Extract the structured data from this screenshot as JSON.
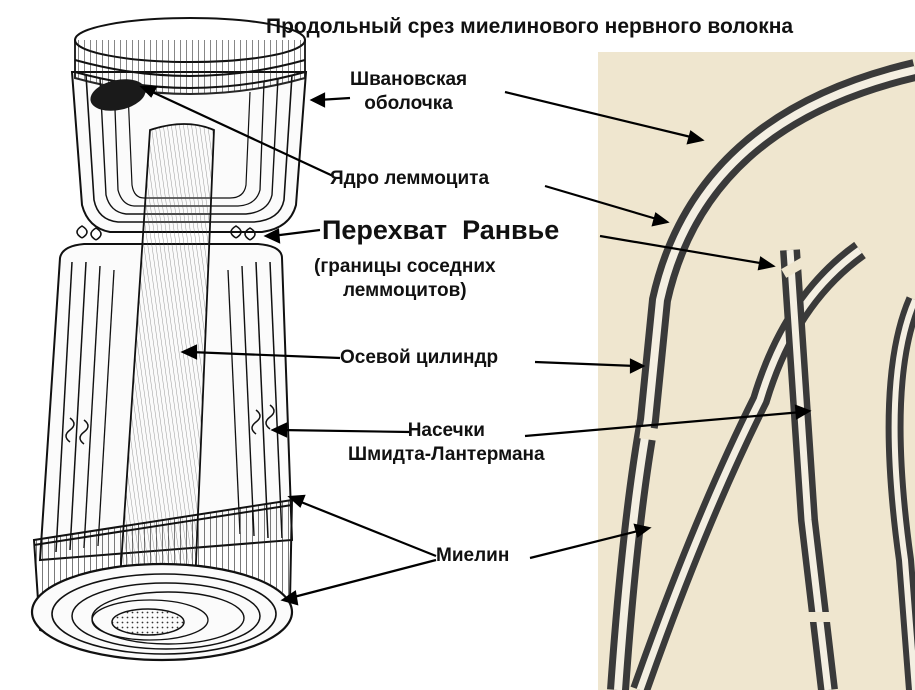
{
  "title": "Продольный срез миелинового нервного волокна",
  "labels": {
    "schwann_sheath": "Швановская\nоболочка",
    "lemmocyte_nucleus": "Ядро леммоцита",
    "node_of_ranvier": "Перехват  Ранвье",
    "node_of_ranvier_note": "(границы соседних\nлеммоцитов)",
    "axial_cylinder": "Осевой цилиндр",
    "schmidt_lanterman": "Насечки\nШмидта-Лантермана",
    "myelin": "Миелин"
  },
  "colors": {
    "ink": "#111111",
    "photo_background": "#efe6cf",
    "fiber_dark": "#3a3a3a",
    "fiber_light": "#f4efe2"
  }
}
